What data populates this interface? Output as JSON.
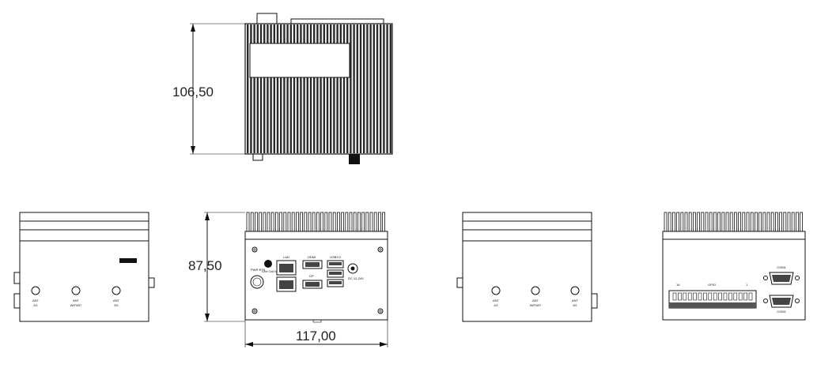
{
  "dimensions": {
    "height_top": "106,50",
    "height_front": "87,50",
    "width_front": "117,00"
  },
  "left_side": {
    "antennas": [
      {
        "title": "ANT",
        "sub": "4G"
      },
      {
        "title": "ANT",
        "sub": "WIFI/BT"
      },
      {
        "title": "ANT",
        "sub": "5G"
      }
    ]
  },
  "front": {
    "pwr_btn": "PWR BTN",
    "audio": "Line Out Mic in",
    "lan": "LAN",
    "hdmi": "HDMI",
    "usb": "USB3.0",
    "dp": "DP",
    "dc": "DC 12-24V"
  },
  "right_side": {
    "antennas": [
      {
        "title": "ANT",
        "sub": "4G"
      },
      {
        "title": "ANT",
        "sub": "WIFI/BT"
      },
      {
        "title": "ANT",
        "sub": "5G"
      }
    ]
  },
  "rear": {
    "gpio": "GPIO",
    "pin_left": "16",
    "pin_right": "1",
    "com1": "COM1",
    "com2": "COM2"
  }
}
